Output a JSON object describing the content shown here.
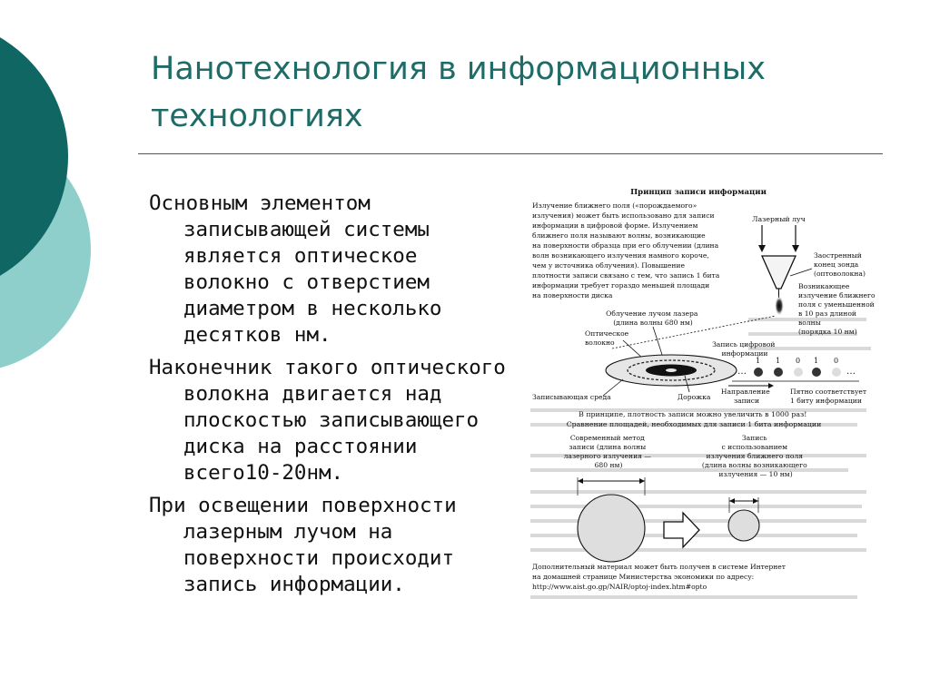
{
  "slide": {
    "title": "Нанотехнология в информационных технологиях",
    "paragraphs": [
      "Основным элементом записывающей системы является  оптическое волокно с отверстием диаметром в несколько десятков нм.",
      "Наконечник такого оптического волокна двигается над плоскостью записывающего диска на расстоянии всего10-20нм.",
      "При освещении поверхности лазерным лучом  на поверхности происходит запись информации."
    ]
  },
  "figure": {
    "heading": "Принцип записи информации",
    "intro_lines": [
      "Излучение ближнего поля («порождаемого»",
      "излучения) может быть использовано для записи",
      "информации в цифровой форме. Излучением",
      "ближнего поля называют волны, возникающие",
      "на поверхности образца при его облучении (длина",
      "волн возникающего излучения намного короче,",
      "чем у источника облучения). Повышение",
      "плотности записи связано с тем, что запись 1 бита",
      "информации требует гораздо меньшей площади",
      "на поверхности диска"
    ],
    "laser_beam_label": "Лазерный луч",
    "probe_label": [
      "Заостренный",
      "конец зонда",
      "(оптоволокна)"
    ],
    "near_field_label": [
      "Возникающее",
      "излучение ближнего",
      "поля с уменьшенной",
      "в 10 раз длиной",
      "волны",
      "(порядка 10 нм)"
    ],
    "laser_irradiation_label": [
      "Облучение лучом лазера",
      "(длина волны 680 нм)"
    ],
    "fiber_label": [
      "Оптическое",
      "волокно"
    ],
    "digital_record_label": [
      "Запись цифровой",
      "информации"
    ],
    "bits": [
      "1",
      "1",
      "0",
      "1",
      "0"
    ],
    "ellipsis": "…",
    "recording_medium_label": "Записывающая среда",
    "track_label": "Дорожка",
    "direction_label": [
      "Направление",
      "записи"
    ],
    "spot_label": [
      "Пятно соответствует",
      "1 биту информации"
    ],
    "density_lines": [
      "В принципе, плотность записи можно увеличить в 1000 раз!",
      "Сравнение площадей, необходимых для записи 1 бита информации"
    ],
    "current_method_label": [
      "Современный метод",
      "записи (длина волны",
      "лазерного излучения —",
      "680 нм)"
    ],
    "near_field_method_label": [
      "Запись",
      "с использованием",
      "излучения ближнего поля",
      "(длина волны возникающего",
      "излучения — 10 нм)"
    ],
    "footer_lines": [
      "Дополнительный материал может быть получен в системе Интернет",
      "на домашней странице Министерства экономики по адресу:",
      "http://www.aist.go.gp/NAIR/optoj-index.htm#opto"
    ]
  },
  "theme": {
    "title_color": "#1f6b67",
    "circle_dark": "#0f6663",
    "circle_light": "#8ecfcb",
    "rule_color": "#555555"
  }
}
